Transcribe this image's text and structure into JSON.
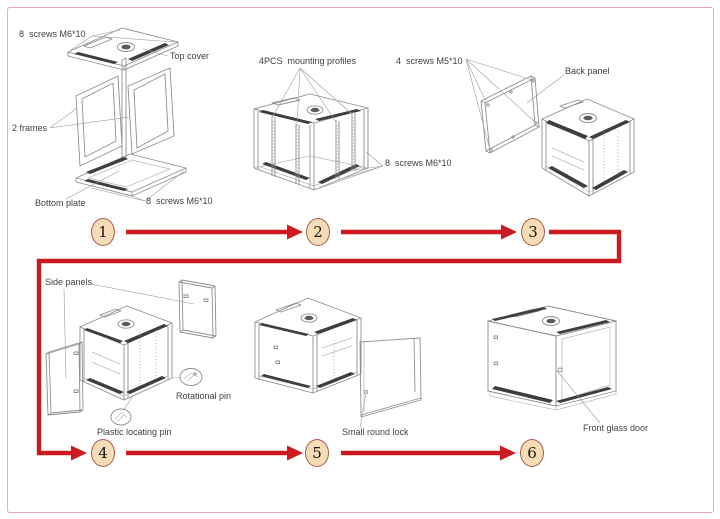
{
  "palette": {
    "flow_arrow_red": "#cb1a20",
    "step_badge_fill": "#f6dcb4",
    "step_badge_border": "#a55c49",
    "page_border_pink": "#ecaabb",
    "drawing_line_gray": "#8e8e8e",
    "vent_dark": "#3e3e3e",
    "label_text": "#3f3f3f"
  },
  "steps": [
    {
      "number": "1",
      "labels": {
        "screws_top": "8  screws M6*10",
        "top_cover": "Top cover",
        "frames": "2 frames",
        "bottom_plate": "Bottom plate",
        "screws_bottom": "8  screws M6*10"
      }
    },
    {
      "number": "2",
      "labels": {
        "profiles": "4PCS  mounting profiles",
        "screws": "8  screws M6*10"
      }
    },
    {
      "number": "3",
      "labels": {
        "screws": "4  screws M5*10",
        "back_panel": "Back panel"
      }
    },
    {
      "number": "4",
      "labels": {
        "side_panels": "Side panels",
        "rotational_pin": "Rotational pin",
        "locating_pin": "Plastic locating pin"
      }
    },
    {
      "number": "5",
      "labels": {
        "lock": "Small round lock"
      }
    },
    {
      "number": "6",
      "labels": {
        "door": "Front glass door"
      }
    }
  ]
}
